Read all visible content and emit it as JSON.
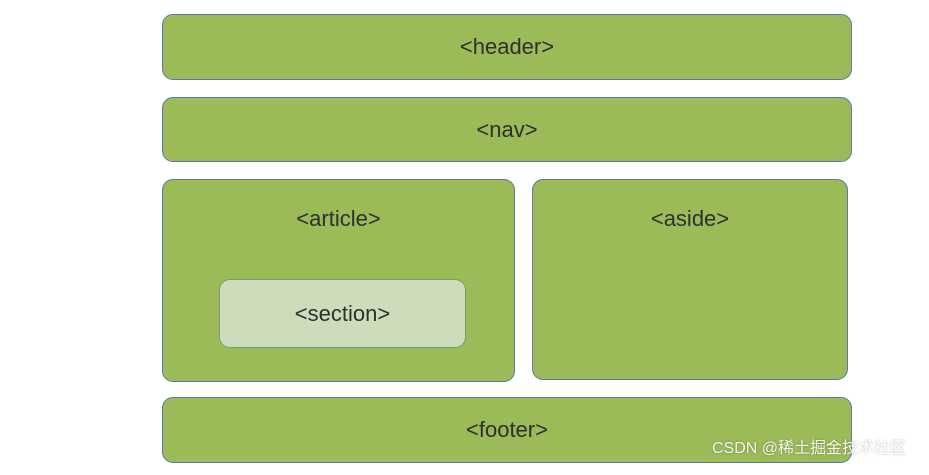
{
  "diagram": {
    "header": "<header>",
    "nav": "<nav>",
    "article": "<article>",
    "section": "<section>",
    "aside": "<aside>",
    "footer": "<footer>"
  },
  "watermark": "CSDN @稀土掘金技术社区",
  "colors": {
    "block_fill": "#9bbb59",
    "block_border": "#5b79a8",
    "section_fill": "#cddcbb",
    "text": "#2f2f2f"
  }
}
